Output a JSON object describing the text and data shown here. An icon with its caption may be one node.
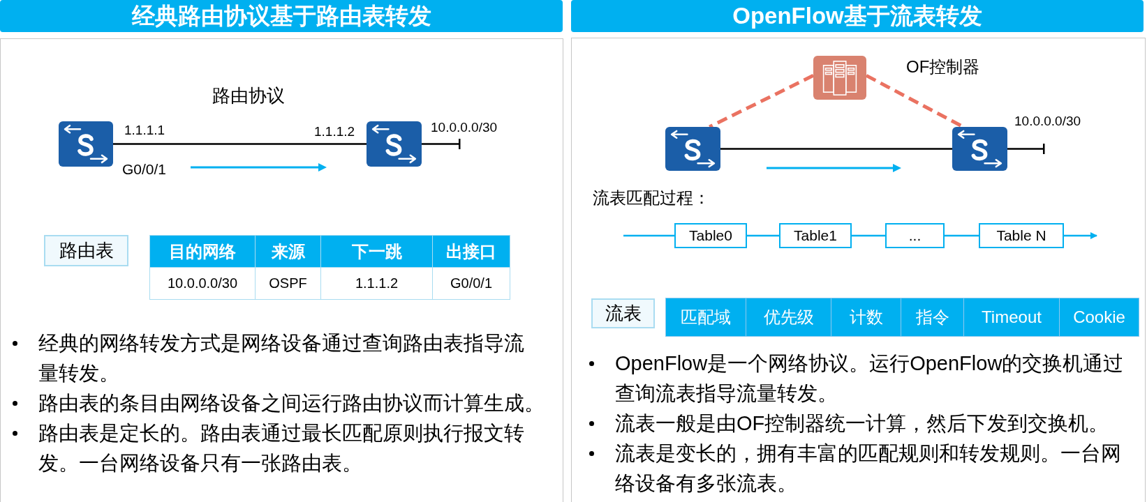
{
  "diagram": {
    "nodes": [
      {
        "text": [
          "经典路由协议基于路由表转发"
        ]
      },
      {
        "text": [],
        "shape": "picture",
        "in": 0,
        "beside": [
          "1.1.1.1",
          "G0/0/1"
        ]
      },
      {
        "text": [],
        "shape": "picture",
        "in": 0,
        "beside": [
          "1.1.1.2",
          "10.0.0.0/30"
        ]
      },
      {
        "text": [
          "路由表"
        ],
        "in": 0
      },
      {
        "text": [
          "OpenFlow基于流表转发"
        ]
      },
      {
        "text": [],
        "shape": "picture",
        "in": 4,
        "beside": [
          "OF控制器"
        ]
      },
      {
        "text": [],
        "shape": "picture",
        "in": 4
      },
      {
        "text": [],
        "shape": "picture",
        "in": 4,
        "beside": [
          "10.0.0.0/30"
        ]
      },
      {
        "text": [
          "Table0"
        ],
        "in": 4
      },
      {
        "text": [
          "Table1"
        ],
        "in": 4
      },
      {
        "text": [
          "..."
        ],
        "in": 4
      },
      {
        "text": [
          "Table N"
        ],
        "in": 4
      },
      {
        "text": [
          "流表"
        ],
        "in": 4
      }
    ],
    "edges": [
      {
        "from": 1,
        "to": 2,
        "arrow": "none",
        "color": "#000000"
      },
      {
        "from": 2,
        "to": null,
        "arrow": "other",
        "color": "#000000"
      },
      {
        "from": 5,
        "to": 6,
        "arrow": "none",
        "style": "dashed",
        "color": "#ea7261"
      },
      {
        "from": 5,
        "to": 7,
        "arrow": "none",
        "style": "dashed",
        "color": "#ea7261"
      },
      {
        "from": 6,
        "to": 7,
        "arrow": "none",
        "color": "#000000"
      },
      {
        "from": 7,
        "to": null,
        "arrow": "other",
        "color": "#000000"
      },
      {
        "from": null,
        "to": 8,
        "arrow": "none"
      },
      {
        "from": 8,
        "to": 9,
        "arrow": "none"
      },
      {
        "from": 9,
        "to": 10,
        "arrow": "none"
      },
      {
        "from": 10,
        "to": 11,
        "arrow": "none"
      },
      {
        "from": 11,
        "to": null,
        "arrow": "to"
      }
    ],
    "labels": [
      "路由协议",
      "目的网络",
      "来源",
      "下一跳",
      "出接口",
      "10.0.0.0/30",
      "OSPF",
      "1.1.1.2",
      "G0/0/1",
      "经典的网络转发方式是网络设备通过查询路由表指导流量转发。",
      "路由表的条目由网络设备之间运行路由协议而计算生成。",
      "路由表是定长的。路由表通过最长匹配原则执行报文转发。一台网络设备只有一张路由表。",
      "流表匹配过程：",
      "匹配域",
      "优先级",
      "计数",
      "指令",
      "Timeout",
      "Cookie",
      "OpenFlow是一个网络协议。运行OpenFlow的交换机通过查询流表指导流量转发。",
      "流表一般是由OF控制器统一计算，然后下发到交换机。",
      "流表是变长的，拥有丰富的匹配规则和转发规则。一台网络设备有多张流表。"
    ]
  }
}
